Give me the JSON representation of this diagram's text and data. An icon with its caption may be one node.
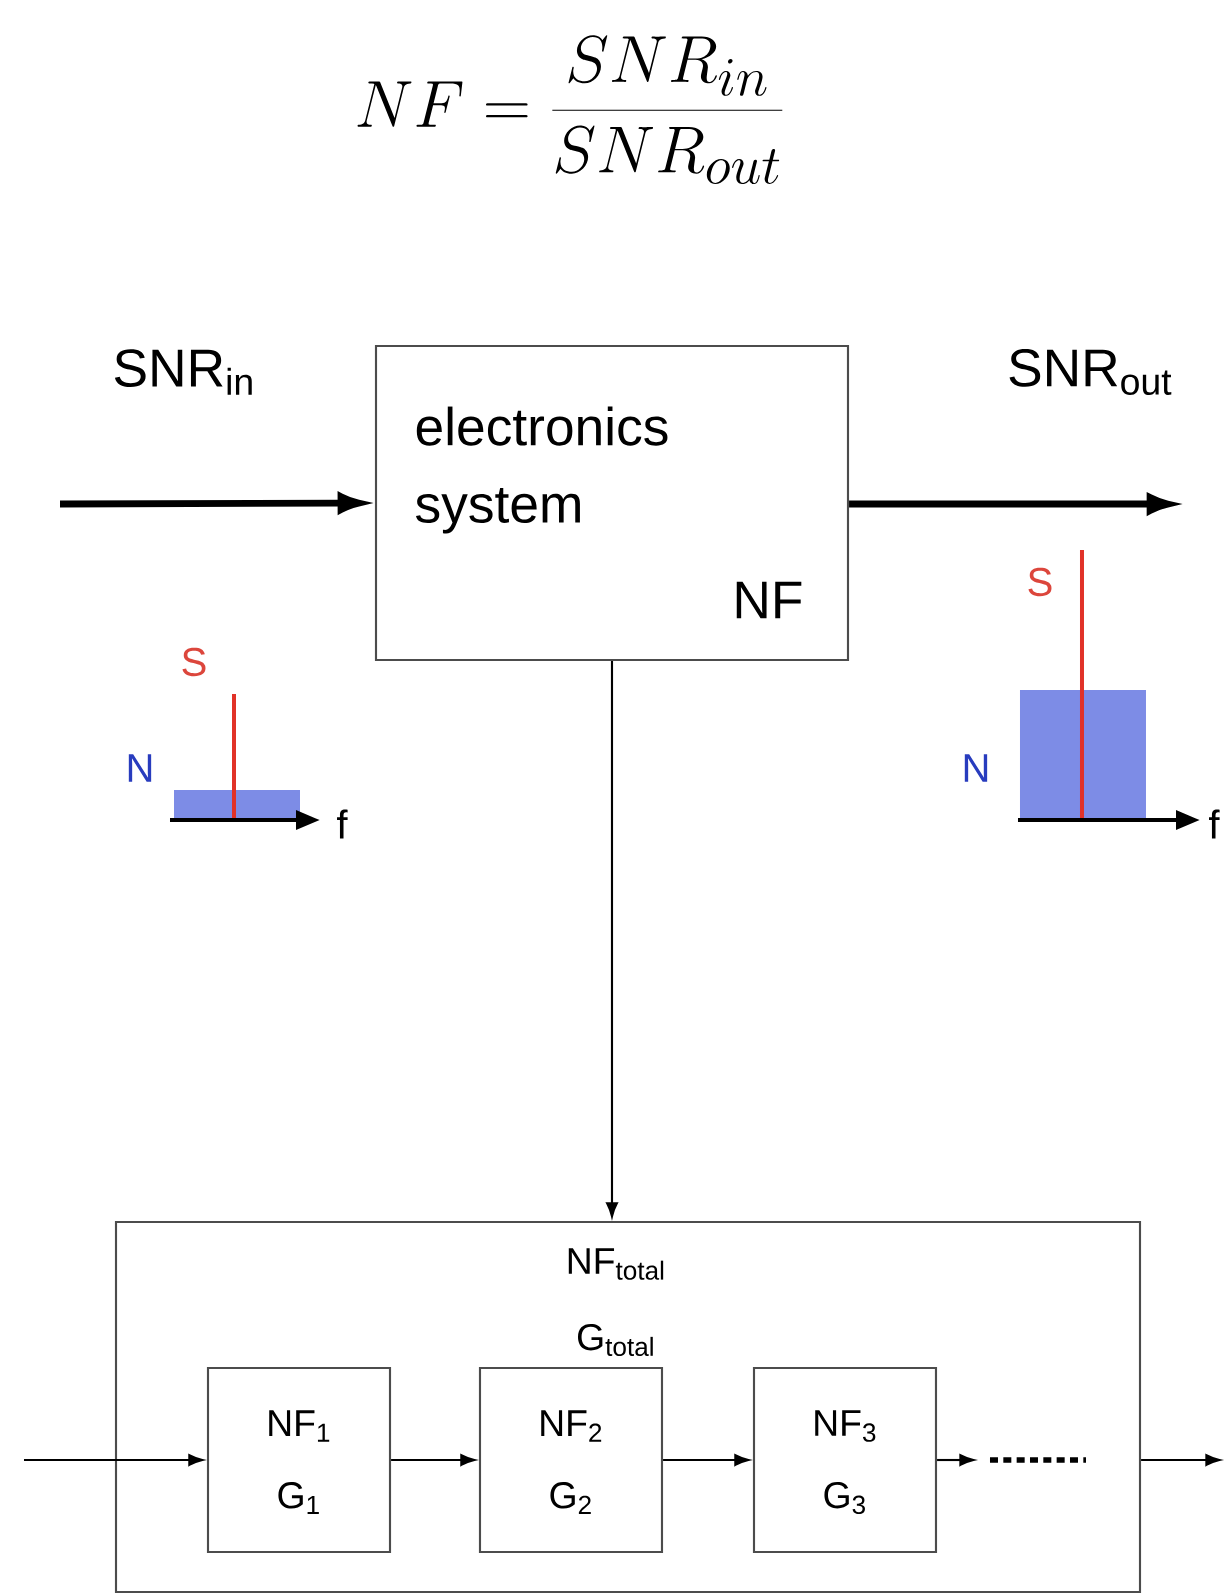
{
  "diagram": {
    "title": "NF = \\frac{SNR_{in}}{SNR_{out}}",
    "nodes": [
      {
        "text": [
          "electronics system",
          "NF"
        ]
      },
      {
        "text": [
          "NF$_{total}$",
          "G$_{total}$"
        ]
      },
      {
        "text": [
          "NF$_{1}$",
          "G$_{1}$"
        ],
        "in": 1
      },
      {
        "text": [
          "NF$_{2}$",
          "G$_{2}$"
        ],
        "in": 1
      },
      {
        "text": [
          "NF$_{3}$",
          "G$_{3}$"
        ],
        "in": 1
      }
    ],
    "edges": [
      {
        "from": null,
        "to": 0,
        "arrow": "to",
        "label": "SNR$_{in}$",
        "style": "thick"
      },
      {
        "from": 0,
        "to": null,
        "arrow": "to",
        "label": "SNR$_{out}$",
        "style": "thick"
      },
      {
        "from": 0,
        "to": 1,
        "arrow": "to"
      },
      {
        "from": null,
        "to": 2,
        "arrow": "to"
      },
      {
        "from": 2,
        "to": 3,
        "arrow": "to"
      },
      {
        "from": 3,
        "to": 4,
        "arrow": "to"
      },
      {
        "from": 4,
        "to": null,
        "arrow": "to"
      },
      {
        "from": 1,
        "to": null,
        "arrow": "to"
      }
    ],
    "labels": [
      "S",
      "N",
      "f",
      "S",
      "N",
      "f"
    ]
  }
}
